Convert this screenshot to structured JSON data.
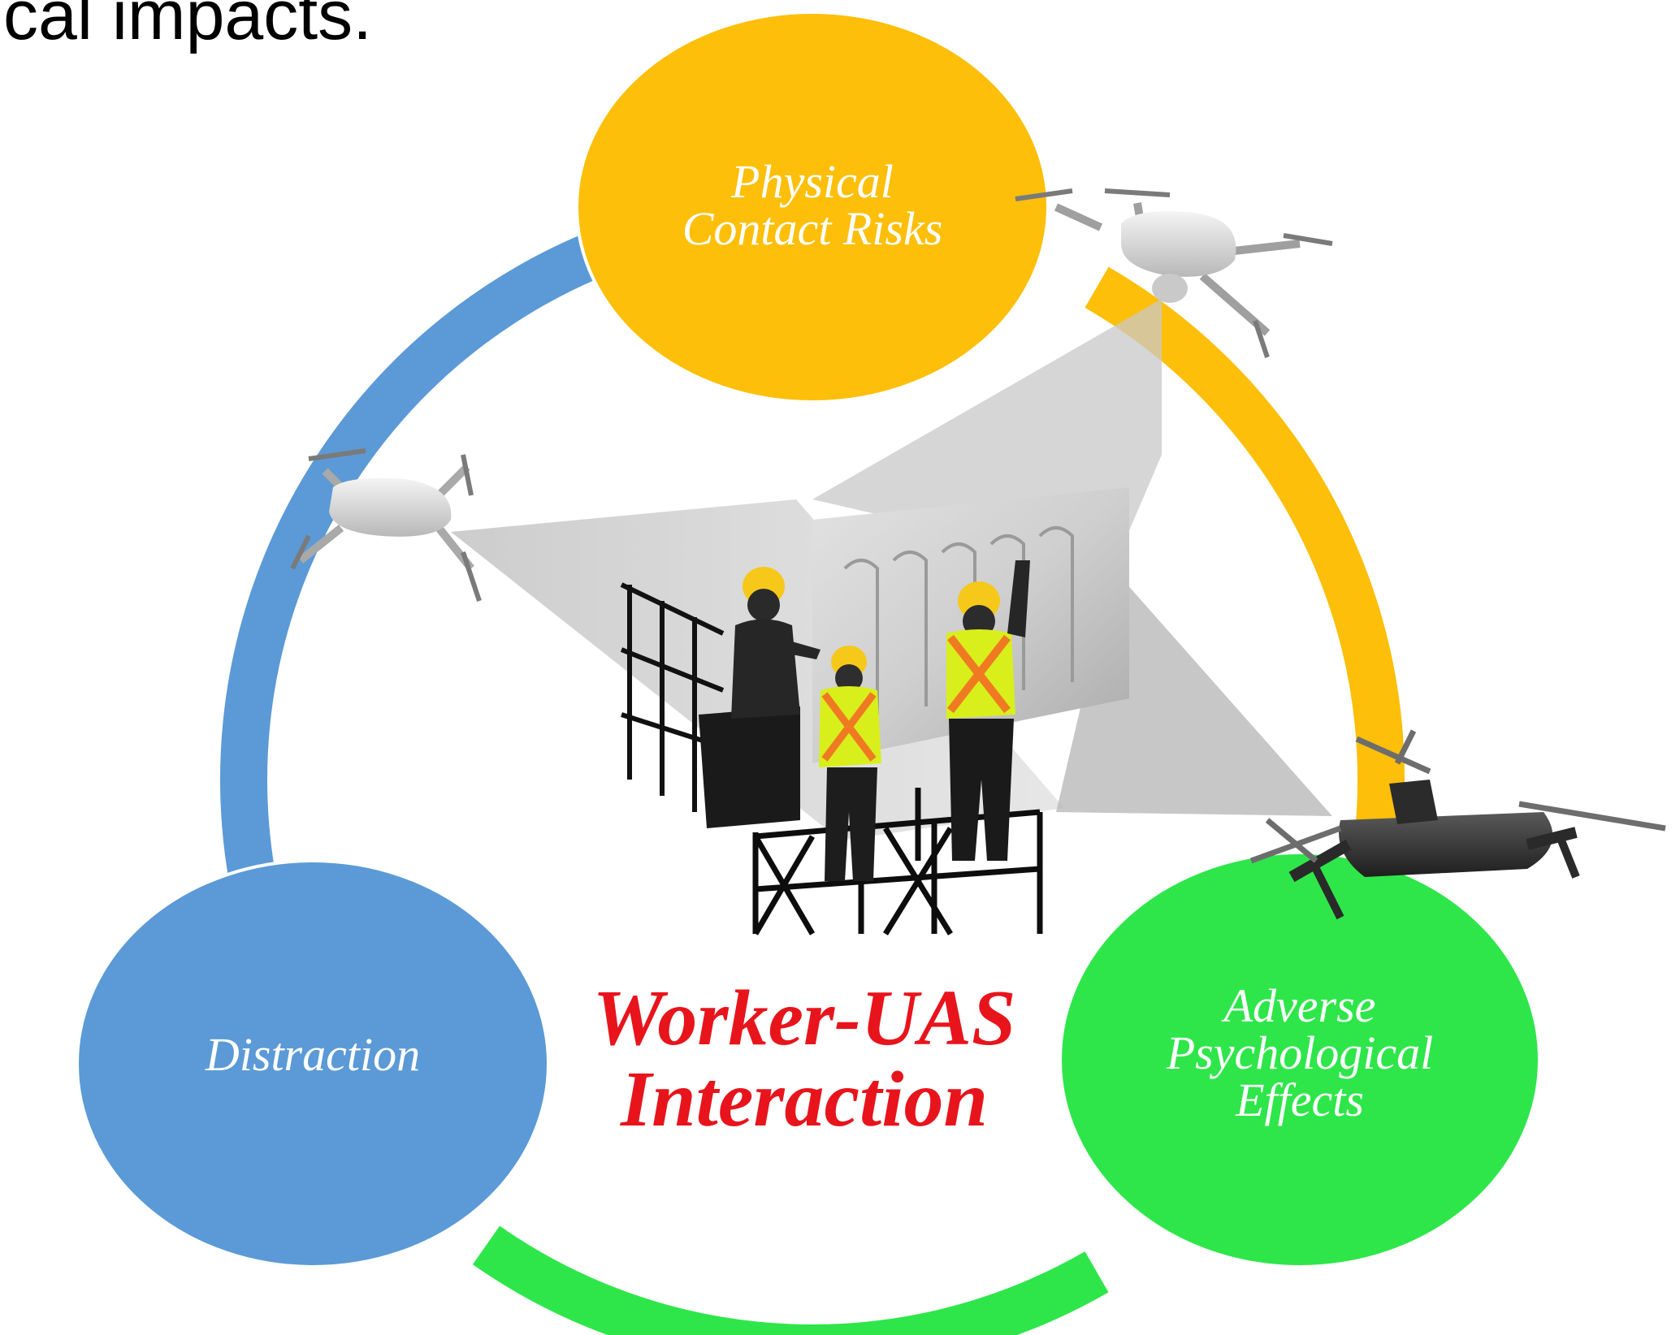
{
  "heading_fragment": "cal impacts.",
  "center_title": {
    "line1": "Worker-UAS",
    "line2": "Interaction"
  },
  "nodes": {
    "physical": {
      "line1": "Physical",
      "line2": "Contact Risks",
      "color": "#fdbf0a"
    },
    "distraction": {
      "line1": "Distraction",
      "color": "#5b9ad6"
    },
    "psychological": {
      "line1": "Adverse",
      "line2": "Psychological",
      "line3": "Effects",
      "color": "#2ee64a"
    }
  },
  "colors": {
    "ring_blue": "#5b9ad6",
    "ring_yellow": "#fdbf0a",
    "ring_green": "#2ee64a",
    "title_red": "#e8141c",
    "vest_yellow": "#d8ef1c",
    "vest_orange": "#f07a22",
    "helmet_yellow": "#f6c81a"
  },
  "icons": [
    "drone-icon",
    "worker-icon",
    "scaffold-icon"
  ]
}
